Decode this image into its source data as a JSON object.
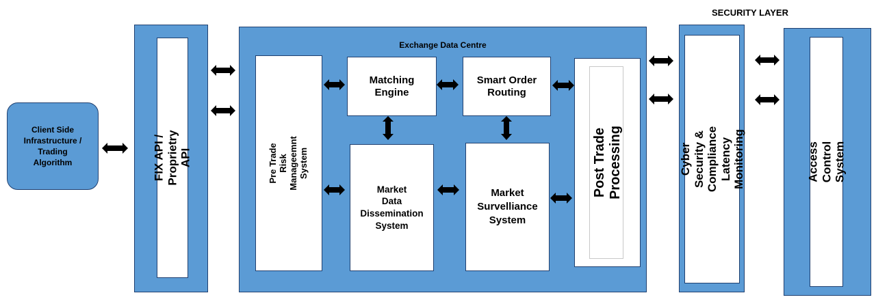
{
  "client": {
    "label": "Client Side\nInfrastructure  /\nTrading\nAlgorithm"
  },
  "fix_api": {
    "label": "FIX API / Proprietry API"
  },
  "exchange": {
    "title": "Exchange Data Centre",
    "pre_trade": "Pre Trade Risk Manageemnt System",
    "matching_engine": "Matching\nEngine",
    "smart_order_routing": "Smart Order\nRouting",
    "market_data": "Market\nData\nDissemination\nSystem",
    "market_surveillance": "Market\nSurvelliance\nSystem",
    "post_trade": "Post Trade Processing"
  },
  "security": {
    "title": "SECURITY LAYER",
    "cyber": "Cyber Security & Compliance\nLatency Monitoring",
    "access_control": "Access Control System"
  },
  "colors": {
    "box_fill": "#5b9bd5",
    "border": "#1f3f6f",
    "arrow": "#000000"
  }
}
